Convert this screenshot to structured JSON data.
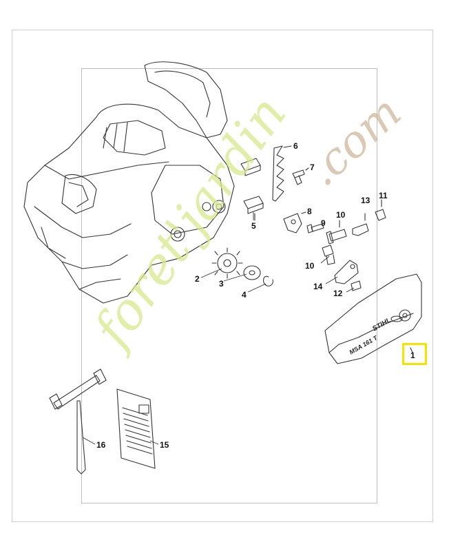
{
  "callouts": [
    {
      "id": "1",
      "label": "1"
    },
    {
      "id": "2",
      "label": "2"
    },
    {
      "id": "3",
      "label": "3"
    },
    {
      "id": "4",
      "label": "4"
    },
    {
      "id": "5",
      "label": "5"
    },
    {
      "id": "6",
      "label": "6"
    },
    {
      "id": "7",
      "label": "7"
    },
    {
      "id": "8",
      "label": "8"
    },
    {
      "id": "9",
      "label": "9"
    },
    {
      "id": "10a",
      "label": "10"
    },
    {
      "id": "10b",
      "label": "10"
    },
    {
      "id": "11",
      "label": "11"
    },
    {
      "id": "12",
      "label": "12"
    },
    {
      "id": "13",
      "label": "13"
    },
    {
      "id": "14",
      "label": "14"
    },
    {
      "id": "15",
      "label": "15"
    },
    {
      "id": "16",
      "label": "16"
    }
  ],
  "cover_brand": "STIHL",
  "cover_model": "MSA 161 T",
  "watermark": {
    "prefix": "foret'jardin",
    "suffix": ".com"
  },
  "colors": {
    "highlight": "#f5e400",
    "watermark_green": "#d6e98c",
    "watermark_brown": "#cdb79d",
    "line": "#333333"
  }
}
